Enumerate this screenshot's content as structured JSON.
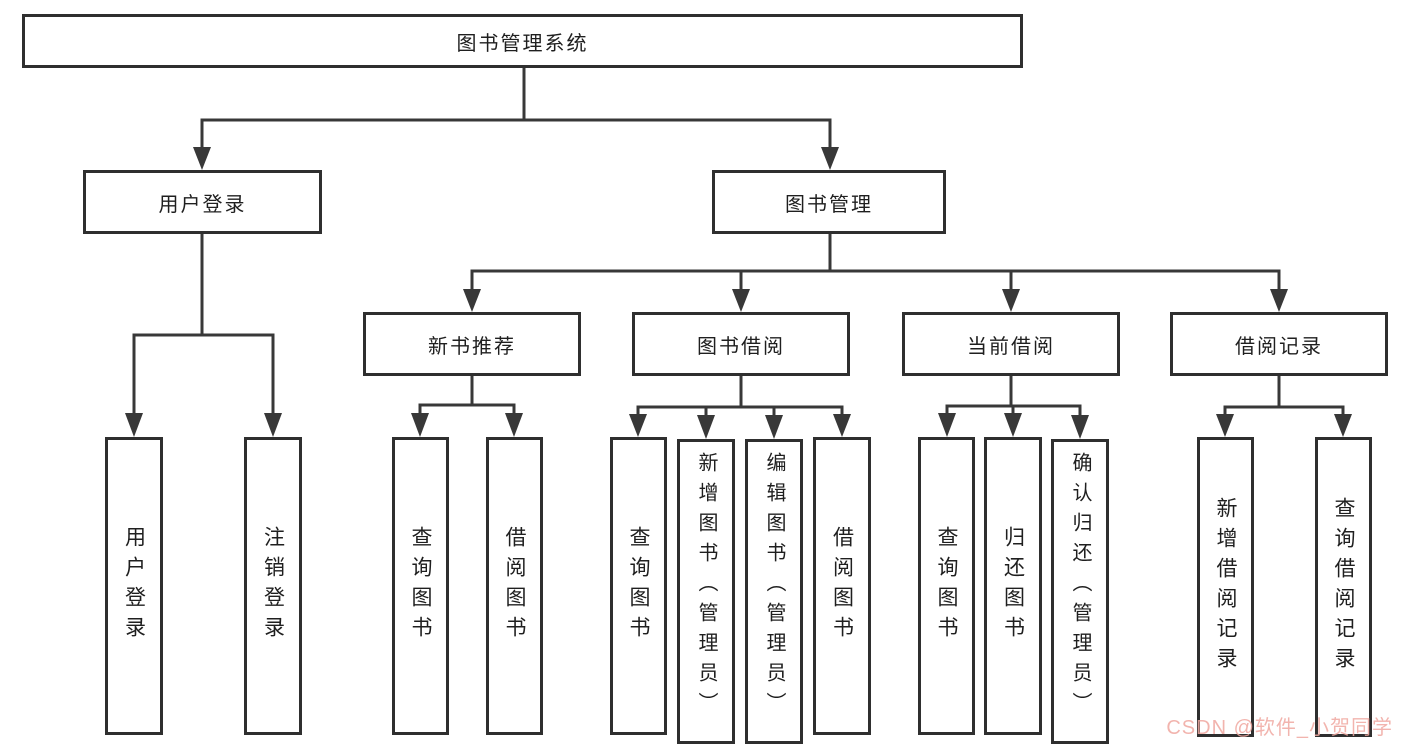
{
  "colors": {
    "line": "#383838",
    "box_border": "#2f2f2f",
    "text": "#1f1f1f",
    "watermark_pink": "#f2b6b0"
  },
  "watermark": {
    "text": "CSDN @软件_小贺同学"
  },
  "tree": {
    "root": "图书管理系统",
    "branches": [
      {
        "label": "用户登录",
        "children": [
          "用户登录",
          "注销登录"
        ]
      },
      {
        "label": "图书管理",
        "sections": [
          {
            "label": "新书推荐",
            "children": [
              "查询图书",
              "借阅图书"
            ]
          },
          {
            "label": "图书借阅",
            "children": [
              "查询图书",
              "新增图书（管理员）",
              "编辑图书（管理员）",
              "借阅图书"
            ]
          },
          {
            "label": "当前借阅",
            "children": [
              "查询图书",
              "归还图书",
              "确认归还（管理员）"
            ]
          },
          {
            "label": "借阅记录",
            "children": [
              "新增借阅记录",
              "查询借阅记录"
            ]
          }
        ]
      }
    ]
  }
}
